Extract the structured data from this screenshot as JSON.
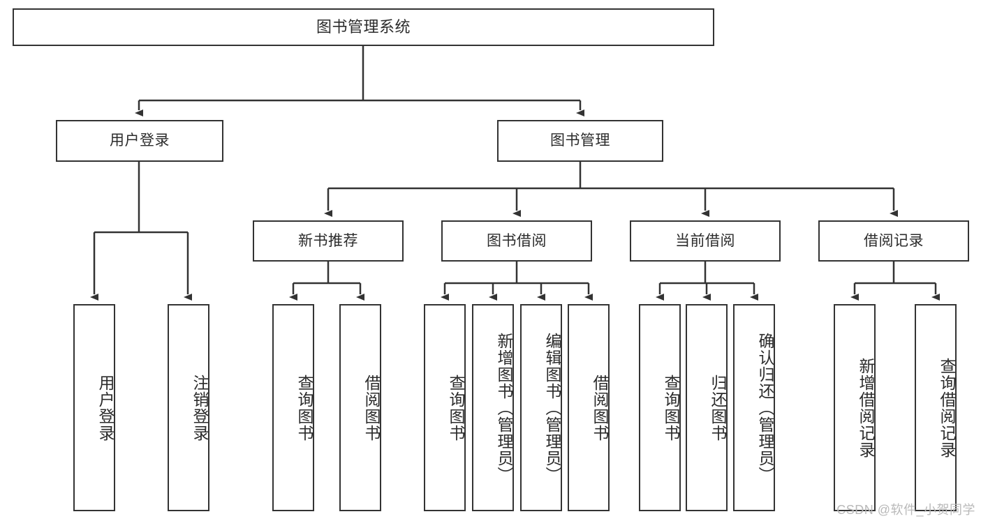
{
  "diagram": {
    "type": "tree",
    "title": "图书管理系统",
    "root": {
      "label": "图书管理系统"
    },
    "level2": [
      {
        "label": "用户登录"
      },
      {
        "label": "图书管理"
      }
    ],
    "level3": [
      {
        "label": "新书推荐"
      },
      {
        "label": "图书借阅"
      },
      {
        "label": "当前借阅"
      },
      {
        "label": "借阅记录"
      }
    ],
    "leaves": {
      "user_login": [
        {
          "label": "用户登录"
        },
        {
          "label": "注销登录"
        }
      ],
      "new_book_recommend": [
        {
          "label": "查询图书"
        },
        {
          "label": "借阅图书"
        }
      ],
      "book_borrow": [
        {
          "label": "查询图书"
        },
        {
          "label": "新增图书（管理员）"
        },
        {
          "label": "编辑图书（管理员）"
        },
        {
          "label": "借阅图书"
        }
      ],
      "current_borrow": [
        {
          "label": "查询图书"
        },
        {
          "label": "归还图书"
        },
        {
          "label": "确认归还（管理员）"
        }
      ],
      "borrow_record": [
        {
          "label": "新增借阅记录"
        },
        {
          "label": "查询借阅记录"
        }
      ]
    }
  },
  "watermark": {
    "text": "CSDN @软件_小贺同学"
  },
  "colors": {
    "border": "#333333",
    "text": "#2b2b2b",
    "background": "#ffffff",
    "watermark": "#b9b9b9"
  }
}
